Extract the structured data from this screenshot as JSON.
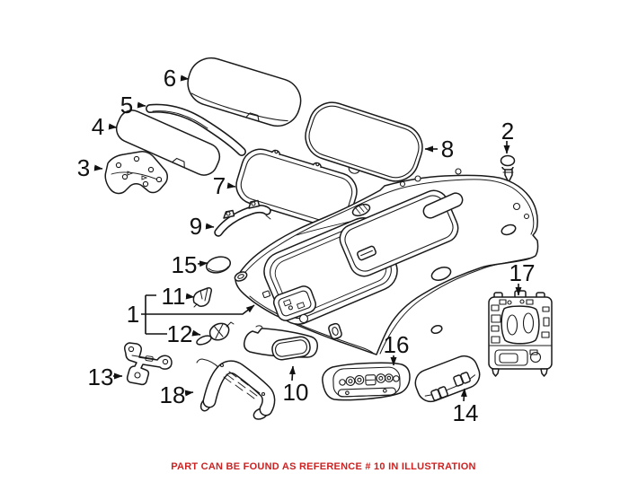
{
  "diagram": {
    "kind": "auto-parts-line-illustration",
    "subject": "roof headliner, sunroof and overhead trim components"
  },
  "colors": {
    "background": "#ffffff",
    "line_art": "#1a1a1a",
    "callout_text": "#111111",
    "caption_red": "#cc2222"
  },
  "callouts": [
    {
      "label": "1",
      "part": "headliner-panel"
    },
    {
      "label": "2",
      "part": "push-pin-clip"
    },
    {
      "label": "3",
      "part": "mounting-bracket"
    },
    {
      "label": "4",
      "part": "sunshade-panel"
    },
    {
      "label": "5",
      "part": "guide-strip"
    },
    {
      "label": "6",
      "part": "sunshade-panel-large"
    },
    {
      "label": "7",
      "part": "sunroof-frame-panel"
    },
    {
      "label": "8",
      "part": "sunroof-glass-panel"
    },
    {
      "label": "9",
      "part": "curved-bracket"
    },
    {
      "label": "10",
      "part": "sun-visor"
    },
    {
      "label": "11",
      "part": "retainer-clip"
    },
    {
      "label": "12",
      "part": "retainer-clip"
    },
    {
      "label": "13",
      "part": "mounting-bracket"
    },
    {
      "label": "14",
      "part": "small-visor-panel"
    },
    {
      "label": "15",
      "part": "cover-cap"
    },
    {
      "label": "16",
      "part": "overhead-console-switch-panel"
    },
    {
      "label": "17",
      "part": "overhead-console-frame"
    },
    {
      "label": "18",
      "part": "grab-handle-trim"
    }
  ],
  "caption": {
    "text": "PART CAN BE FOUND AS REFERENCE # 10 IN ILLUSTRATION",
    "referenced_part": "10"
  }
}
